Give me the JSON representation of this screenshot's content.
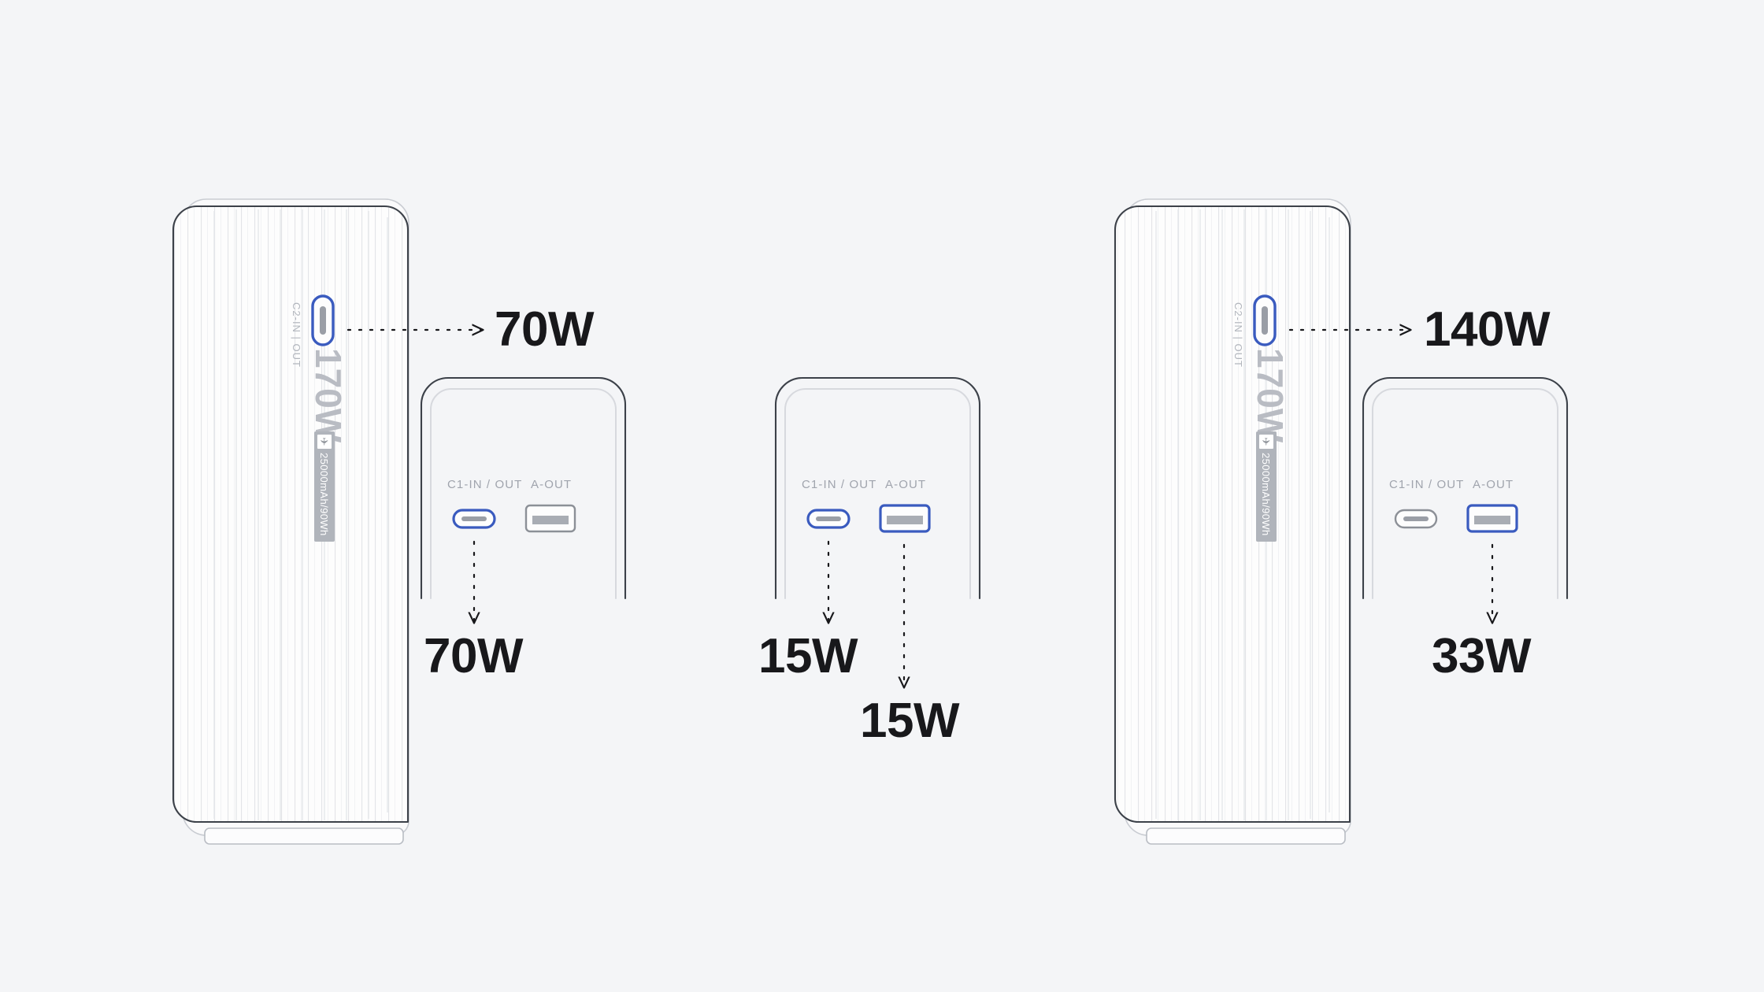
{
  "background_color": "#f4f5f7",
  "accent_color": "#3a5bbf",
  "inactive_color": "#8c9097",
  "text_color": "#18181b",
  "muted_text_color": "#a0a4ad",
  "device_body": {
    "c2_port_label": "C2-IN | OUT",
    "rating_label": "170W",
    "battery_label": "25000mAh/90Wh",
    "battery_icon": "airplane-icon"
  },
  "top_view": {
    "c1_port_label": "C1-IN / OUT",
    "a_port_label": "A-OUT"
  },
  "scenarios": [
    {
      "id": "scenario-left",
      "c2_output": "70W",
      "c2_active": true,
      "c1_output": "70W",
      "c1_active": true,
      "a_output": "",
      "a_active": false
    },
    {
      "id": "scenario-middle",
      "c2_output": "",
      "c2_active": false,
      "c1_output": "15W",
      "c1_active": true,
      "a_output": "15W",
      "a_active": true
    },
    {
      "id": "scenario-right",
      "c2_output": "140W",
      "c2_active": true,
      "c1_output": "",
      "c1_active": false,
      "a_output": "33W",
      "a_active": true
    }
  ],
  "callouts": {
    "left_c2": "70W",
    "left_c1": "70W",
    "middle_c1": "15W",
    "middle_a": "15W",
    "right_c2": "140W",
    "right_a": "33W"
  }
}
